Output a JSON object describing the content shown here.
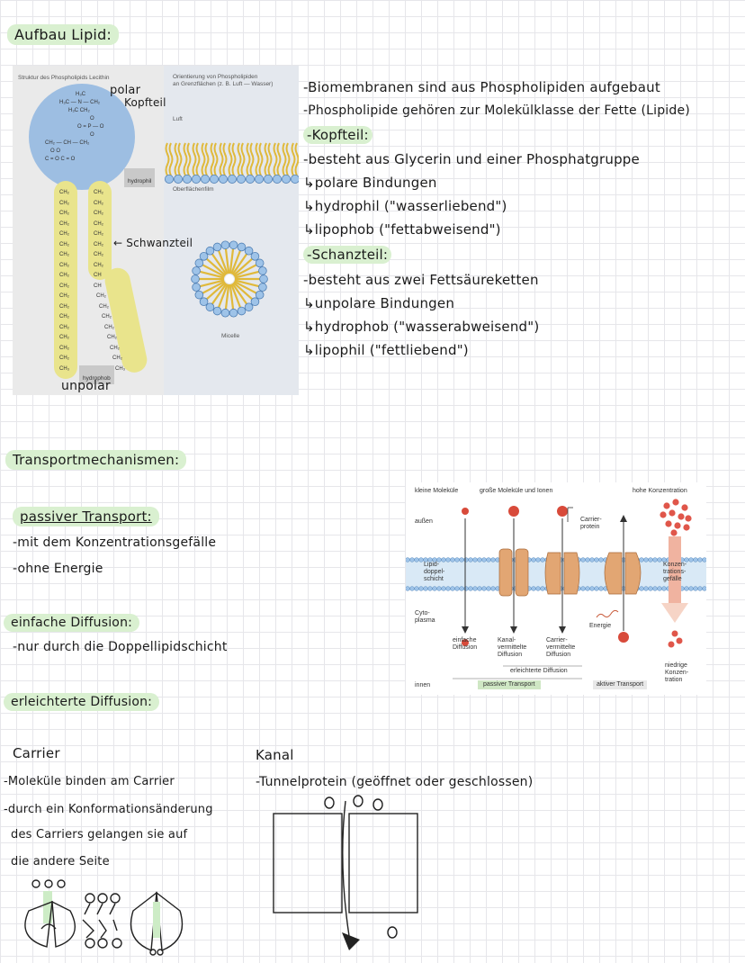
{
  "title": "Aufbau Lipid:",
  "figure_left": {
    "caption_left": "Struktur des Phospholipids Lecithin",
    "caption_right_1": "Orientierung von Phospholipiden",
    "caption_right_2": "an Grenzflächen (z. B. Luft — Wasser)",
    "label_polar": "polar",
    "label_kopfteil": "Kopfteil",
    "label_hydrophil": "hydrophil",
    "label_schwanzteil": "← Schwanzteil",
    "label_hydrophob": "hydrophob",
    "label_unpolar": "unpolar",
    "label_luft": "Luft",
    "label_oberflaechenfilm": "Oberflächenfilm",
    "label_micelle": "Micelle",
    "chem_head": [
      "H₃C",
      "H₃C — N — CH₂",
      "H₃C    CH₂",
      "O",
      "O = P — O",
      "O",
      "CH₂ — CH — CH₂",
      "O         O",
      "C = O     C = O"
    ],
    "chem_left_chain": [
      "CH₂",
      "CH₂",
      "CH₂",
      "CH₂",
      "CH₂",
      "CH₂",
      "CH₂",
      "CH₂",
      "CH₂",
      "CH₂",
      "CH₂",
      "CH₂",
      "CH₂",
      "CH₂",
      "CH₂",
      "CH₂",
      "CH₂",
      "CH₃"
    ],
    "chem_right_chain": [
      "CH₂",
      "CH₂",
      "CH₂",
      "CH₂",
      "CH₂",
      "CH₂",
      "CH₂",
      "CH₂",
      "CH",
      "CH",
      "CH₂",
      "CH₂",
      "CH₂",
      "CH₂",
      "CH₂",
      "CH₂",
      "CH₂",
      "CH₃"
    ]
  },
  "lipid_notes": [
    "-Biomembranen sind aus Phospholipiden aufgebaut",
    "-Phospholipide gehören zur Molekülklasse der Fette (Lipide)",
    "-Kopfteil:",
    "-besteht aus Glycerin und einer Phosphatgruppe",
    "↳polare Bindungen",
    "↳hydrophil (\"wasserliebend\")",
    "↳lipophob (\"fettabweisend\")",
    "-Schanzteil:",
    "-besteht aus zwei Fettsäureketten",
    "↳unpolare Bindungen",
    "↳hydrophob (\"wasserabweisend\")",
    "↳lipophil (\"fettliebend\")"
  ],
  "transport_title": "Transportmechanismen:",
  "passive": {
    "title": "passiver Transport:",
    "lines": [
      "-mit dem Konzentrationsgefälle",
      "-ohne Energie"
    ]
  },
  "simple": {
    "title": "einfache Diffusion:",
    "lines": [
      "-nur durch die Doppellipidschicht"
    ]
  },
  "facilitated": {
    "title": "erleichterte Diffusion:"
  },
  "carrier": {
    "title": "Carrier",
    "lines": [
      "-Moleküle binden am Carrier",
      "-durch ein Konformationsänderung",
      "des Carriers gelangen sie auf",
      "die andere Seite"
    ]
  },
  "kanal": {
    "title": "Kanal",
    "lines": [
      "-Tunnelprotein (geöffnet oder geschlossen)"
    ]
  },
  "figure_right": {
    "kleine_molekuele": "kleine Moleküle",
    "grosse_molekuele": "große Moleküle und Ionen",
    "hohe_konzentration": "hohe Konzentration",
    "aussen": "außen",
    "carrier_protein": "Carrier-\nprotein",
    "lipid_doppelschicht": "Lipid-\ndoppel-\nschicht",
    "konzentrationsgefaelle": "Konzen-\ntrations-\ngefälle",
    "cytoplasma": "Cyto-\nplasma",
    "energie": "Energie",
    "einfache_diffusion": "einfache\nDiffusion",
    "kanal_diffusion": "Kanal-\nvermittelte\nDiffusion",
    "carrier_diffusion": "Carrier-\nvermittelte\nDiffusion",
    "erleichterte_diffusion": "erleichterte Diffusion",
    "innen": "innen",
    "passiver_transport": "passiver Transport",
    "aktiver_transport": "aktiver Transport",
    "niedrige_konzentration": "niedrige\nKonzen-\ntration"
  },
  "colors": {
    "highlight": "#d9f0d0",
    "head_blue": "#8fb6e0",
    "tail_yellow": "#e9e48c",
    "membrane_blue": "#9ec3e8",
    "protein_orange": "#e2a673",
    "ion_red": "#d84a3a"
  }
}
